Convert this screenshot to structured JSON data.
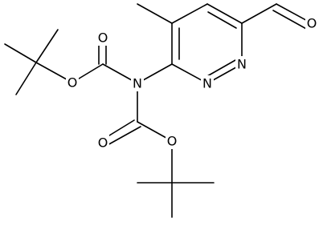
{
  "figure": {
    "type": "chemical-structure",
    "colors": {
      "background": "#ffffff",
      "ink": "#000000"
    },
    "atom_labels": {
      "carbonyl_oxygen_top": "O",
      "ester_oxygen_top": "O",
      "amide_nitrogen": "N",
      "ring_nitrogen_1": "N",
      "ring_nitrogen_2": "N",
      "aldehyde_oxygen": "O",
      "carbonyl_oxygen_bottom": "O",
      "ester_oxygen_bottom": "O"
    }
  }
}
